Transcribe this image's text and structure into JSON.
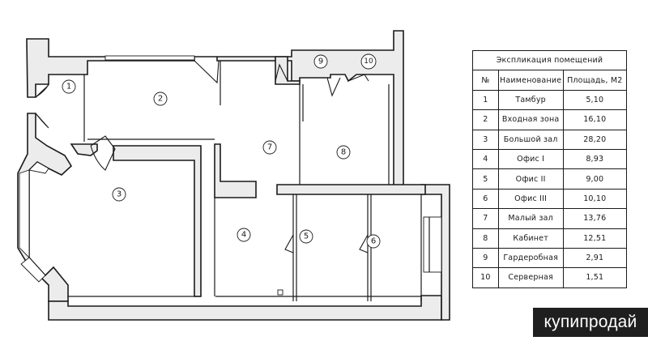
{
  "rooms": [
    {
      "num": "1"
    },
    {
      "num": "2"
    },
    {
      "num": "3"
    },
    {
      "num": "4"
    },
    {
      "num": "5"
    },
    {
      "num": "6"
    },
    {
      "num": "7"
    },
    {
      "num": "8"
    },
    {
      "num": "9"
    },
    {
      "num": "10"
    }
  ],
  "legend": {
    "title": "Экспликация помещений",
    "headers": [
      "№",
      "Наименование",
      "Площадь, М2"
    ],
    "rows": [
      {
        "n": "1",
        "name": "Тамбур",
        "area": "5,10"
      },
      {
        "n": "2",
        "name": "Входная зона",
        "area": "16,10"
      },
      {
        "n": "3",
        "name": "Большой зал",
        "area": "28,20"
      },
      {
        "n": "4",
        "name": "Офис I",
        "area": "8,93"
      },
      {
        "n": "5",
        "name": "Офис II",
        "area": "9,00"
      },
      {
        "n": "6",
        "name": "Офис III",
        "area": "10,10"
      },
      {
        "n": "7",
        "name": "Малый зал",
        "area": "13,76"
      },
      {
        "n": "8",
        "name": "Кабинет",
        "area": "12,51"
      },
      {
        "n": "9",
        "name": "Гардеробная",
        "area": "2,91"
      },
      {
        "n": "10",
        "name": "Серверная",
        "area": "1,51"
      }
    ]
  },
  "watermark": "купипродай"
}
